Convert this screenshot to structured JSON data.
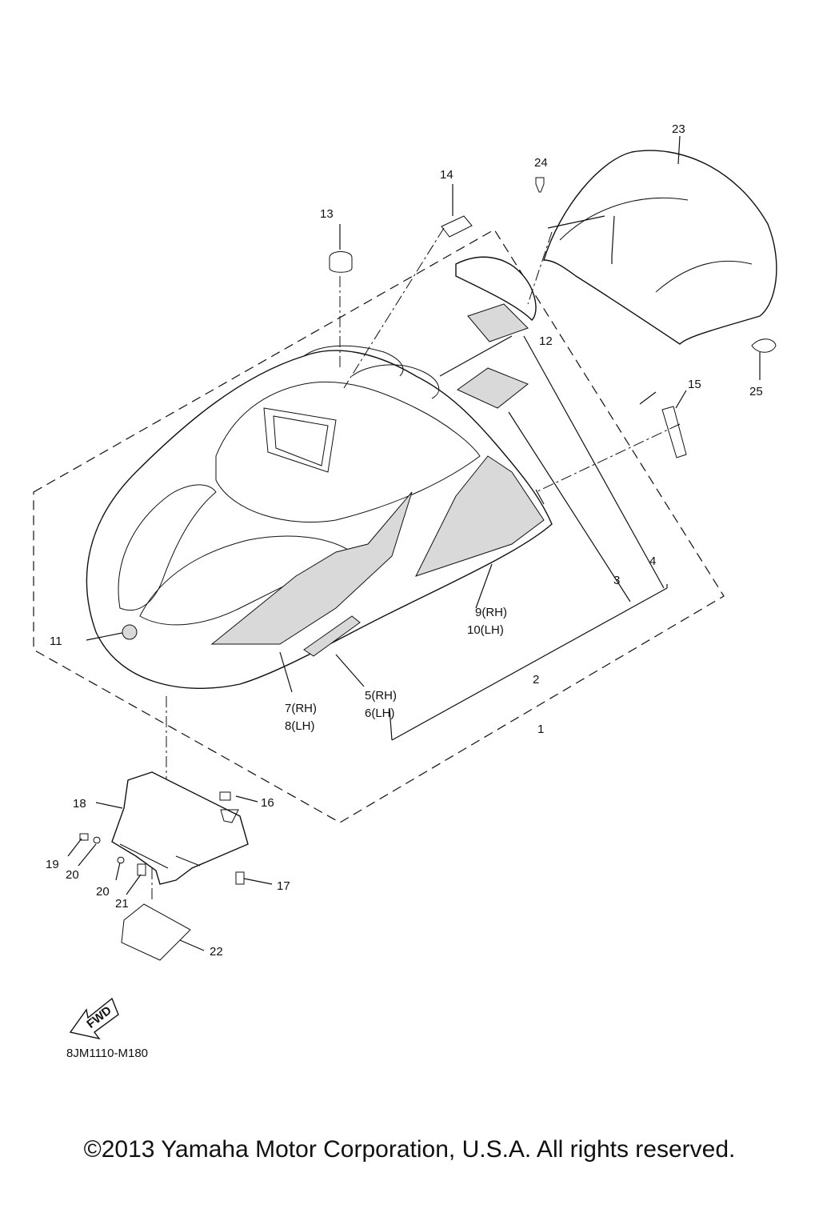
{
  "diagram": {
    "callouts": {
      "c1": "1",
      "c2": "2",
      "c3": "3",
      "c4": "4",
      "c5": "5(RH)",
      "c6": "6(LH)",
      "c7": "7(RH)",
      "c8": "8(LH)",
      "c9": "9(RH)",
      "c10": "10(LH)",
      "c11": "11",
      "c12": "12",
      "c13": "13",
      "c14": "14",
      "c15": "15",
      "c16": "16",
      "c17": "17",
      "c18": "18",
      "c19": "19",
      "c20a": "20",
      "c20b": "20",
      "c21": "21",
      "c22": "22",
      "c23": "23",
      "c24": "24",
      "c25": "25"
    },
    "fwd_label": "FWD",
    "code": "8JM1110-M180"
  },
  "copyright": "©2013 Yamaha Motor Corporation, U.S.A. All rights reserved.",
  "colors": {
    "ink": "#111111",
    "paper": "#ffffff",
    "decal_fill": "#d9d9d9"
  }
}
